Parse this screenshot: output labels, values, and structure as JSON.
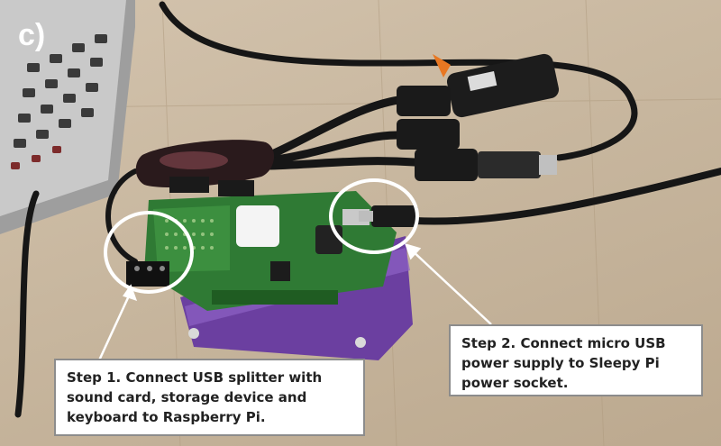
{
  "photo": {
    "panel_label": "c)",
    "subjects": [
      "keyboard-icon",
      "usb-splitter-icon",
      "sound-card-icon",
      "usb-storage-icon",
      "raspberry-pi-board-icon",
      "sleepy-pi-board-icon",
      "micro-usb-cable-icon"
    ],
    "colors": {
      "background": "#c8b79f",
      "pcb": "#2e7d32",
      "case": "#7a4fa8",
      "cable": "#1a1a1a",
      "highlight": "#ffffff"
    }
  },
  "callouts": [
    {
      "lines": [
        "Step 1. Connect USB splitter with",
        "sound card, storage device and",
        "keyboard to Raspberry Pi."
      ]
    },
    {
      "lines": [
        "Step 2. Connect micro USB",
        "power supply to Sleepy Pi",
        "power socket."
      ]
    }
  ]
}
